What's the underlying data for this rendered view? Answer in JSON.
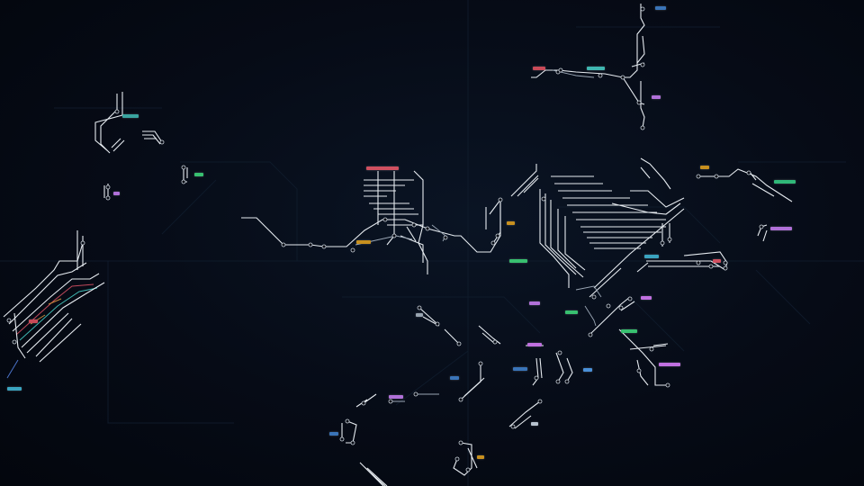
{
  "map": {
    "style": "dark signal-box railway schematic",
    "background_color": "#050a14",
    "track_color": "#e6ebf0",
    "colors": {
      "red": "#c0485a",
      "teal": "#3fb6b0",
      "blue": "#4a72c8",
      "orange": "#c88a3a",
      "violet": "#b070d8",
      "green": "#38c070"
    },
    "tags": [
      {
        "name": "tag-topright-blue",
        "color": "#3a74b8"
      },
      {
        "name": "tag-north-red",
        "color": "#c94a58"
      },
      {
        "name": "tag-north-teal",
        "color": "#3fb6b0"
      },
      {
        "name": "tag-north-violet",
        "color": "#b070d8"
      },
      {
        "name": "tag-west-teal",
        "color": "#3aa4a0"
      },
      {
        "name": "tag-west-violet",
        "color": "#b070d8"
      },
      {
        "name": "tag-west-green",
        "color": "#38c070"
      },
      {
        "name": "tag-central-red",
        "color": "#d05060"
      },
      {
        "name": "tag-central-orange",
        "color": "#c8901e"
      },
      {
        "name": "tag-central-green",
        "color": "#38c070"
      },
      {
        "name": "tag-central-orange-2",
        "color": "#c8901e"
      },
      {
        "name": "tag-east-orange",
        "color": "#c8901e"
      },
      {
        "name": "tag-east-green",
        "color": "#30b878"
      },
      {
        "name": "tag-east-violet",
        "color": "#b070d8"
      },
      {
        "name": "tag-hub-teal",
        "color": "#3aa4c0"
      },
      {
        "name": "tag-hub-red",
        "color": "#d05060"
      },
      {
        "name": "tag-hub-violet",
        "color": "#b070d8"
      },
      {
        "name": "tag-hub-violet-2",
        "color": "#c070e0"
      },
      {
        "name": "tag-hub-green",
        "color": "#38c070"
      },
      {
        "name": "tag-south-green",
        "color": "#38c070"
      },
      {
        "name": "tag-south-violet",
        "color": "#c070e0"
      },
      {
        "name": "tag-south-blue",
        "color": "#4a90d8"
      },
      {
        "name": "tag-south-blue-2",
        "color": "#3a74b8"
      },
      {
        "name": "tag-south-blue-3",
        "color": "#3a74b8"
      },
      {
        "name": "tag-south-violet-2",
        "color": "#b070d8"
      },
      {
        "name": "tag-south-violet-3",
        "color": "#c070e0"
      },
      {
        "name": "tag-south-white",
        "color": "#b8c4d0"
      },
      {
        "name": "tag-south-blue-4",
        "color": "#3a74b8"
      },
      {
        "name": "tag-south-orange",
        "color": "#c8901e"
      },
      {
        "name": "tag-south-grey",
        "color": "#98a4b0"
      },
      {
        "name": "tag-farwest-red",
        "color": "#c94a58"
      },
      {
        "name": "tag-farwest-teal",
        "color": "#3aa4c0"
      }
    ]
  }
}
